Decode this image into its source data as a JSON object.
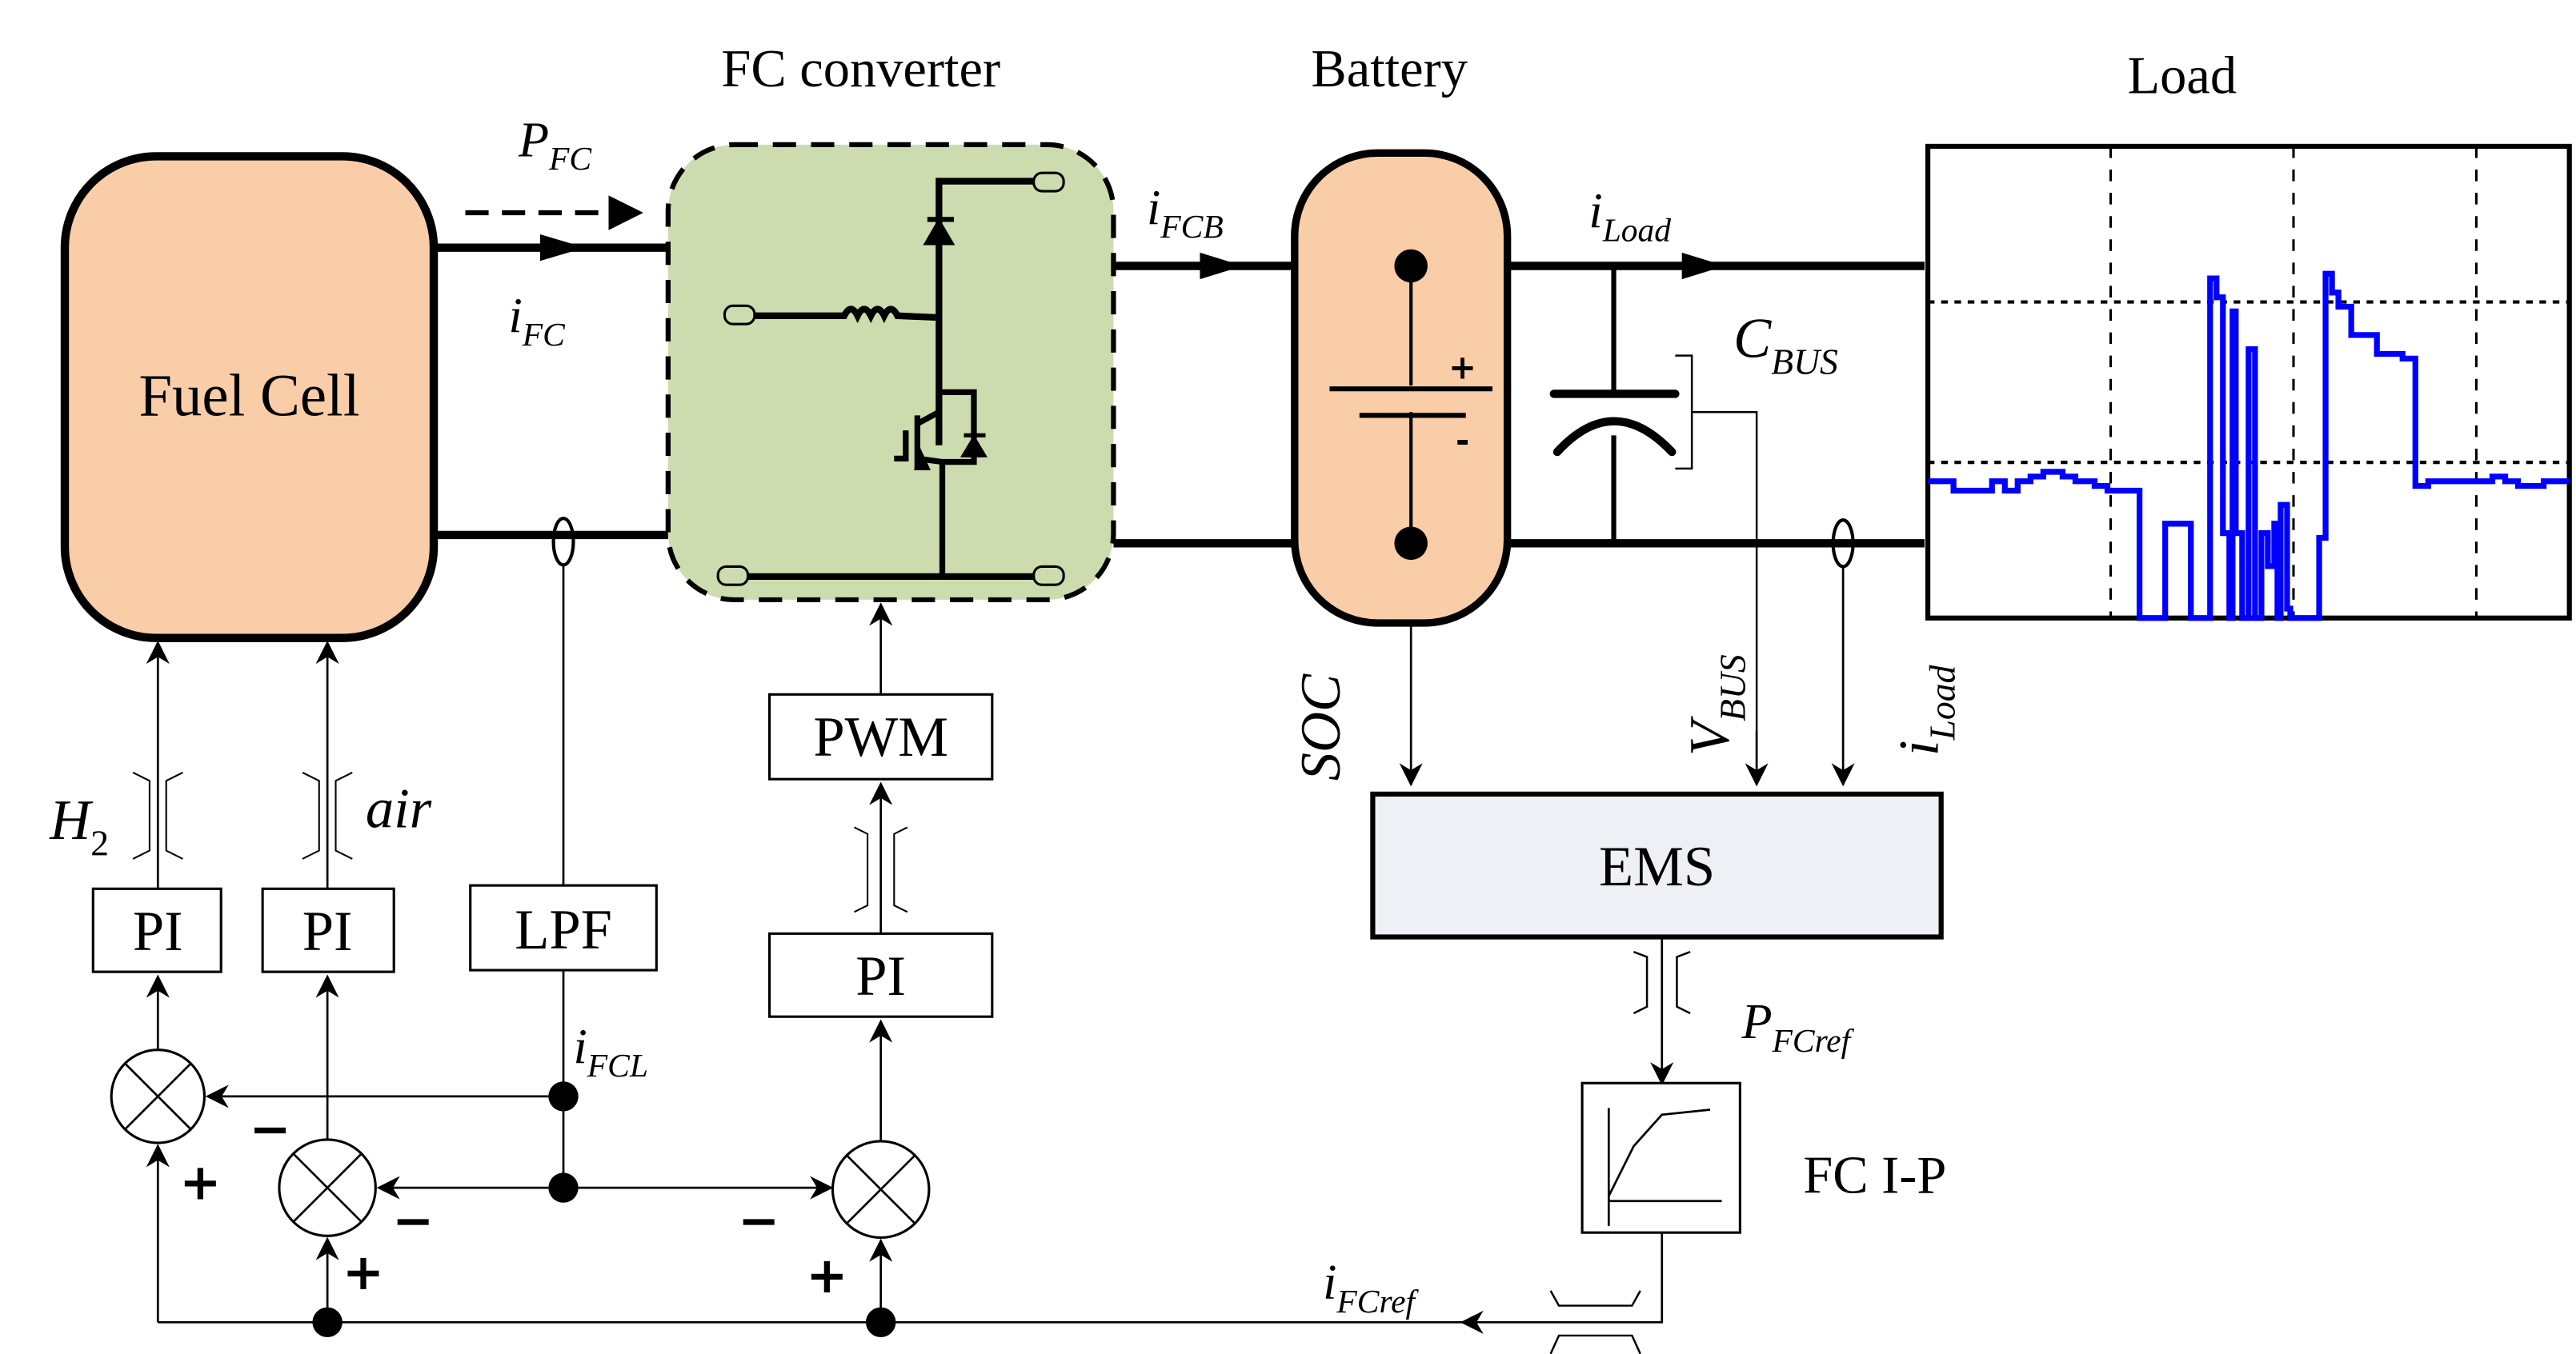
{
  "colors": {
    "fuel_cell_fill": "#F8CDA8",
    "converter_fill": "#CCDCAE",
    "battery_fill": "#F8CDA8",
    "ems_fill": "#EDF0F5",
    "load_trace": "#0000FF"
  },
  "titles": {
    "fc_converter": "FC converter",
    "battery": "Battery",
    "load": "Load"
  },
  "blocks": {
    "fuel_cell": "Fuel Cell",
    "ems": "EMS",
    "pwm": "PWM",
    "pi_h2": "PI",
    "pi_air": "PI",
    "pi_converter": "PI",
    "lpf": "LPF",
    "fc_ip": "FC I-P"
  },
  "signals": {
    "p_fc": {
      "main": "P",
      "sub": "FC"
    },
    "i_fc": {
      "main": "i",
      "sub": "FC"
    },
    "i_fcb": {
      "main": "i",
      "sub": "FCB"
    },
    "i_load": {
      "main": "i",
      "sub": "Load"
    },
    "c_bus": {
      "main": "C",
      "sub": "BUS"
    },
    "soc": "SOC",
    "v_bus": {
      "main": "V",
      "sub": "BUS"
    },
    "i_load_ems": {
      "main": "i",
      "sub": "Load"
    },
    "h2": {
      "main": "H",
      "sub": "2"
    },
    "air": "air",
    "i_fcl": {
      "main": "i",
      "sub": "FCL"
    },
    "p_fcref": {
      "main": "P",
      "sub": "FCref"
    },
    "i_fcref": {
      "main": "i",
      "sub": "FCref"
    }
  },
  "battery_polarity": {
    "plus": "+",
    "minus": "-"
  },
  "sum_signs": {
    "plus": "+",
    "minus": "−"
  },
  "chart_data": {
    "type": "line",
    "title": "Load",
    "xlabel": "",
    "ylabel": "",
    "grid": true,
    "xlim": [
      0,
      1
    ],
    "ylim": [
      0,
      1
    ],
    "note": "Inset load-current waveform without tick labels; values normalized to plot box",
    "x": [
      0,
      0.02,
      0.04,
      0.07,
      0.1,
      0.12,
      0.14,
      0.16,
      0.18,
      0.21,
      0.23,
      0.26,
      0.28,
      0.3,
      0.33,
      0.35,
      0.37,
      0.41,
      0.43,
      0.44,
      0.45,
      0.46,
      0.47,
      0.475,
      0.48,
      0.49,
      0.5,
      0.51,
      0.52,
      0.53,
      0.54,
      0.545,
      0.55,
      0.56,
      0.565,
      0.57,
      0.58,
      0.59,
      0.6,
      0.61,
      0.62,
      0.63,
      0.64,
      0.66,
      0.7,
      0.74,
      0.76,
      0.78,
      0.8,
      0.82,
      0.84,
      0.86,
      0.88,
      0.9,
      0.92,
      0.94,
      0.96,
      0.98,
      1.0
    ],
    "series": [
      {
        "name": "i_Load",
        "values": [
          0.29,
          0.29,
          0.27,
          0.27,
          0.29,
          0.27,
          0.29,
          0.3,
          0.31,
          0.3,
          0.29,
          0.28,
          0.27,
          0.27,
          0.0,
          0.0,
          0.2,
          0.0,
          0.0,
          0.72,
          0.68,
          0.18,
          0.0,
          0.65,
          0.18,
          0.0,
          0.57,
          0.0,
          0.18,
          0.11,
          0.2,
          0.0,
          0.24,
          0.02,
          0.0,
          0.0,
          0.0,
          0.0,
          0.0,
          0.17,
          0.73,
          0.69,
          0.66,
          0.6,
          0.56,
          0.55,
          0.28,
          0.29,
          0.29,
          0.29,
          0.29,
          0.29,
          0.3,
          0.29,
          0.28,
          0.28,
          0.29,
          0.29,
          0.29
        ]
      }
    ],
    "gridlines_y": [
      0.33,
      0.67,
      1.0
    ],
    "gridlines_x": [
      0.285,
      0.57,
      0.855
    ]
  }
}
